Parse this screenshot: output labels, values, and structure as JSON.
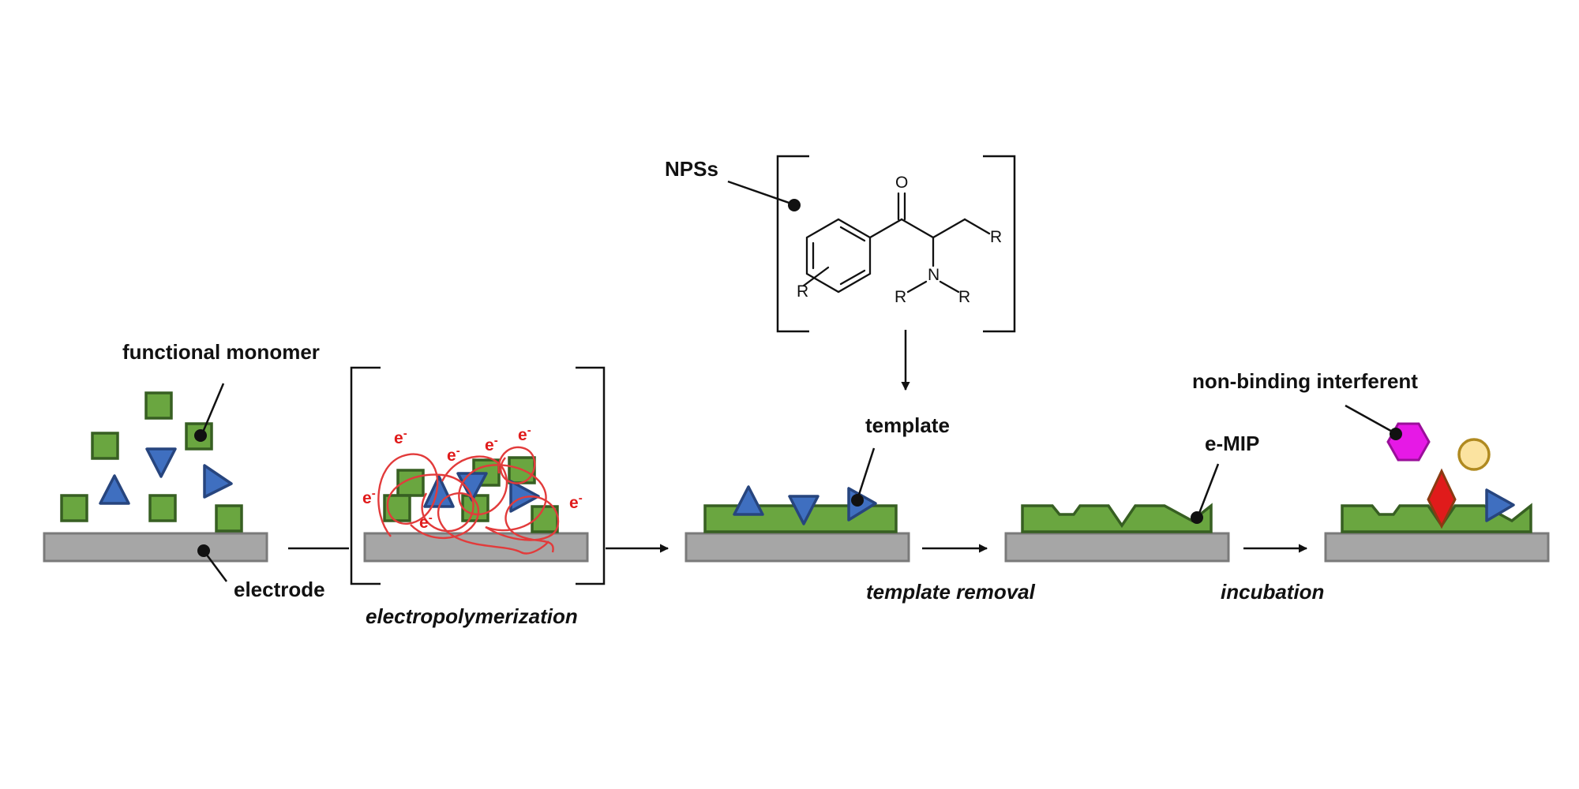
{
  "labels": {
    "functional_monomer": "functional monomer",
    "electrode": "electrode",
    "electropolymerization": "electropolymerization",
    "npss": "NPSs",
    "template": "template",
    "template_removal": "template removal",
    "e_mip": "e-MIP",
    "incubation": "incubation",
    "non_binding_interferent": "non-binding interferent"
  },
  "electron": {
    "symbol": "e",
    "charge": "-"
  },
  "structure_atoms": {
    "oxygen": "O",
    "nitrogen": "N",
    "substituent": "R"
  },
  "colors": {
    "monomer": "#6aa640",
    "template": "#3f6fc0",
    "electrode": "#a6a6a6",
    "polymer_chain": "#e23b3b",
    "interferent_hexagon": "#e619e6",
    "interferent_circle": "#fbe3a0",
    "interferent_diamond": "#e01b1b"
  }
}
